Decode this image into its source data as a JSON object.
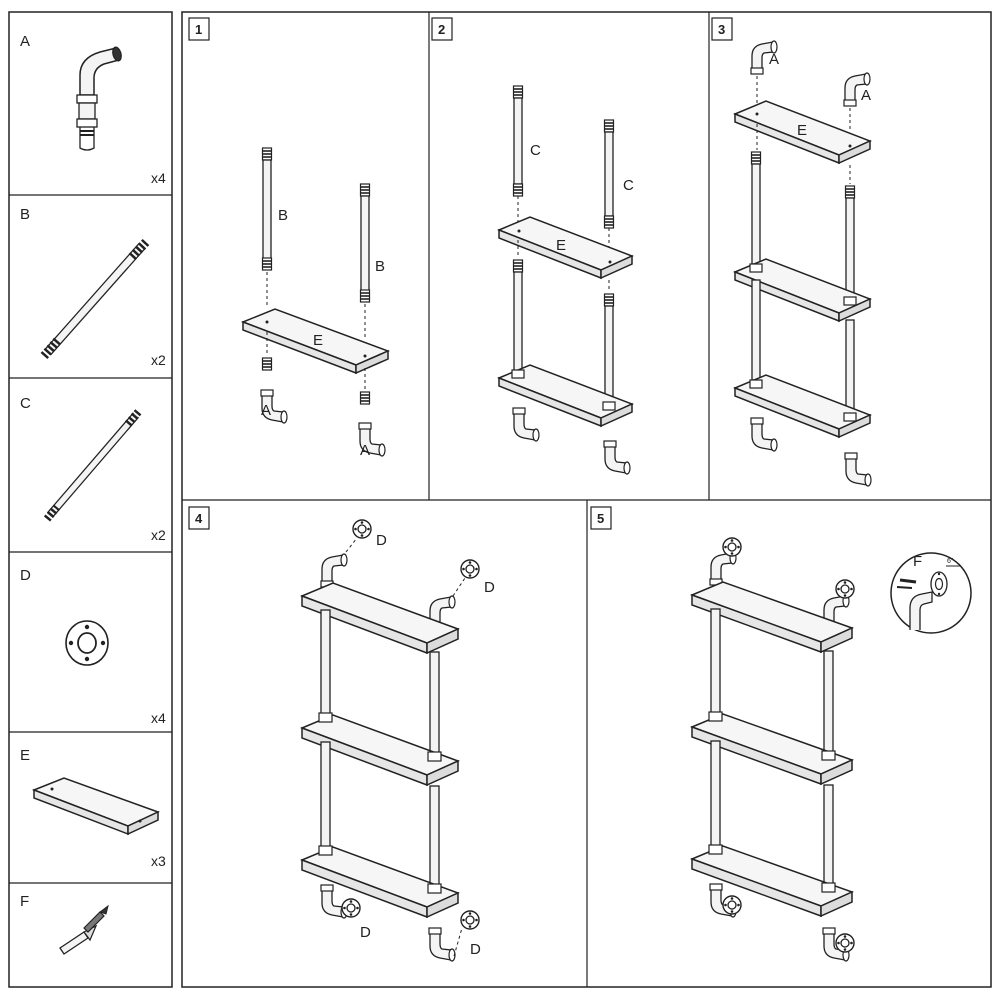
{
  "parts": [
    {
      "letter": "A",
      "qty": "x4",
      "icon": "elbow-fitting-icon"
    },
    {
      "letter": "B",
      "qty": "x2",
      "icon": "long-pipe-icon"
    },
    {
      "letter": "C",
      "qty": "x2",
      "icon": "short-pipe-icon"
    },
    {
      "letter": "D",
      "qty": "x4",
      "icon": "floor-flange-icon"
    },
    {
      "letter": "E",
      "qty": "x3",
      "icon": "wood-board-icon"
    },
    {
      "letter": "F",
      "qty": "",
      "icon": "screw-anchor-icon"
    }
  ],
  "steps": [
    {
      "number": "1",
      "labels": [
        "B",
        "B",
        "E",
        "A",
        "A"
      ]
    },
    {
      "number": "2",
      "labels": [
        "C",
        "C",
        "E"
      ]
    },
    {
      "number": "3",
      "labels": [
        "A",
        "A",
        "E"
      ]
    },
    {
      "number": "4",
      "labels": [
        "D",
        "D",
        "D",
        "D"
      ]
    },
    {
      "number": "5",
      "labels": [
        "F",
        "6\""
      ]
    }
  ],
  "colors": {
    "line": "#222222",
    "pipe": "#f4f4f4",
    "board": "#f6f6f6",
    "dark": "#333333"
  }
}
